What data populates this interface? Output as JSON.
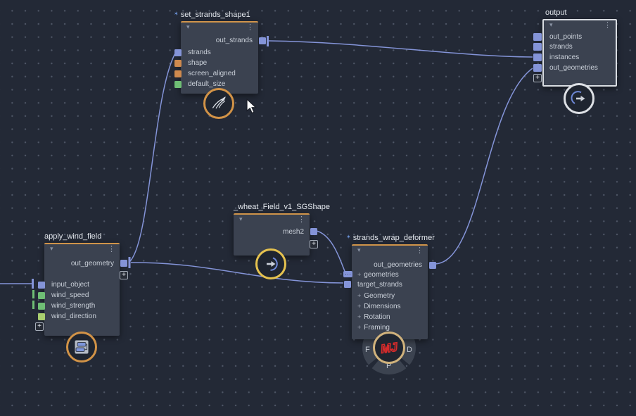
{
  "ui": {
    "chevron": "▾",
    "ellipsis": "⋮",
    "sparkle": "✶",
    "plus": "+"
  },
  "colors": {
    "background": "#232936",
    "node_body": "#3b4250",
    "node_top_border": "#d0944a",
    "selected_border": "#d9dde2",
    "wire": "#8494d8",
    "port_blue": "#8494d8",
    "port_orange": "#cf8a4e",
    "port_green": "#6fbe75",
    "port_light_green": "#a9cf6f",
    "badge_ring_orange": "#d29347",
    "badge_ring_yellow": "#e5c24f",
    "badge_ring_tan": "#d0b27c",
    "badge_ring_white": "#dde0e5",
    "mj_red": "#d42b2b"
  },
  "nodes": {
    "set_strands": {
      "title": "set_strands_shape1",
      "out_ports": [
        {
          "label": "out_strands"
        }
      ],
      "in_ports": [
        {
          "label": "strands"
        },
        {
          "label": "shape"
        },
        {
          "label": "screen_aligned"
        },
        {
          "label": "default_size"
        }
      ]
    },
    "output": {
      "title": "output",
      "in_ports": [
        {
          "label": "out_points"
        },
        {
          "label": "strands"
        },
        {
          "label": "instances"
        },
        {
          "label": "out_geometries"
        }
      ]
    },
    "wheat": {
      "title": "_wheat_Field_v1_SGShape",
      "out_ports": [
        {
          "label": "mesh2"
        }
      ]
    },
    "wind": {
      "title": "apply_wind_field",
      "out_ports": [
        {
          "label": "out_geometry"
        }
      ],
      "in_ports": [
        {
          "label": "input_object"
        },
        {
          "label": "wind_speed"
        },
        {
          "label": "wind_strength"
        },
        {
          "label": "wind_direction"
        }
      ]
    },
    "wrap": {
      "title": "strands_wrap_deformer",
      "out_ports": [
        {
          "label": "out_geometries"
        }
      ],
      "rows": [
        {
          "label": "geometries"
        },
        {
          "label": "target_strands"
        },
        {
          "label": "Geometry"
        },
        {
          "label": "Dimensions"
        },
        {
          "label": "Rotation"
        },
        {
          "label": "Framing"
        }
      ]
    }
  },
  "radial_menu": {
    "left": "F",
    "right": "D",
    "bottom": "P"
  },
  "badges": {
    "wrap_logo_text": "MJ"
  }
}
